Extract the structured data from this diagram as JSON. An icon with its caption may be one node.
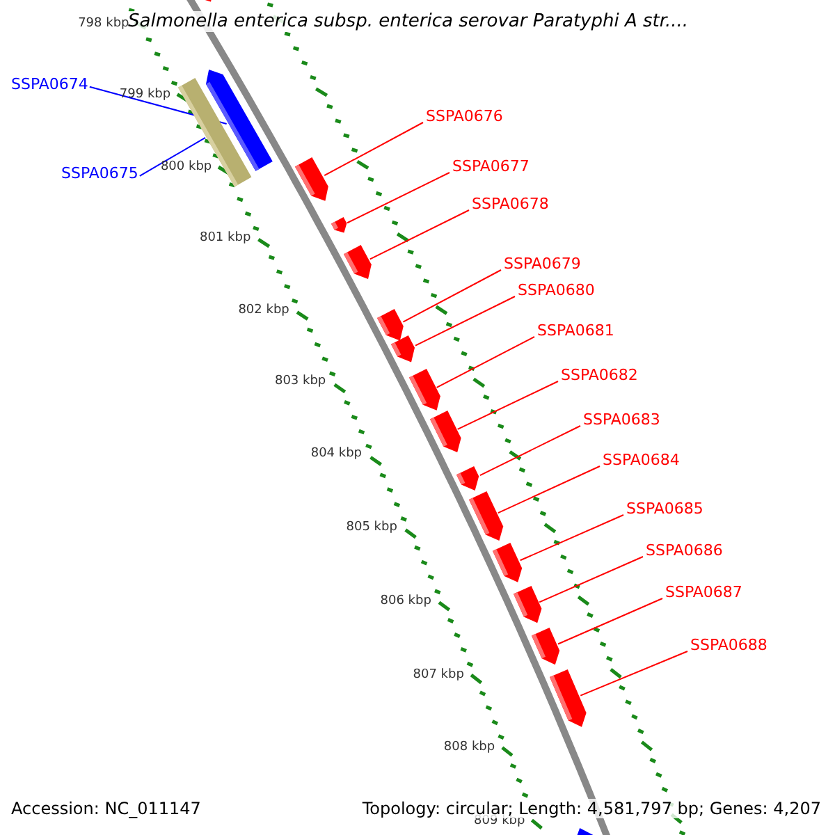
{
  "diagram": {
    "title": "Salmonella enterica subsp. enterica serovar Paratyphi A str....",
    "nodes": [
      {
        "text": [
          "SSPA0674"
        ]
      },
      {
        "text": [
          "SSPA0675"
        ]
      },
      {
        "text": [
          "SSPA0676"
        ]
      },
      {
        "text": [
          "SSPA0677"
        ]
      },
      {
        "text": [
          "SSPA0678"
        ]
      },
      {
        "text": [
          "SSPA0679"
        ]
      },
      {
        "text": [
          "SSPA0680"
        ]
      },
      {
        "text": [
          "SSPA0681"
        ]
      },
      {
        "text": [
          "SSPA0682"
        ]
      },
      {
        "text": [
          "SSPA0683"
        ]
      },
      {
        "text": [
          "SSPA0684"
        ]
      },
      {
        "text": [
          "SSPA0685"
        ]
      },
      {
        "text": [
          "SSPA0686"
        ]
      },
      {
        "text": [
          "SSPA0687"
        ]
      },
      {
        "text": [
          "SSPA0688"
        ]
      },
      {
        "text": [],
        "shape": "bar"
      },
      {
        "text": [],
        "shape": "bar"
      },
      {
        "text": [],
        "shape": "bar"
      },
      {
        "text": [],
        "shape": "bar"
      },
      {
        "text": [],
        "shape": "bar"
      },
      {
        "text": [],
        "shape": "bar"
      },
      {
        "text": [],
        "shape": "bar"
      },
      {
        "text": [],
        "shape": "bar"
      },
      {
        "text": [],
        "shape": "bar"
      },
      {
        "text": [],
        "shape": "bar"
      },
      {
        "text": [],
        "shape": "bar"
      },
      {
        "text": [],
        "shape": "bar"
      },
      {
        "text": [],
        "shape": "bar"
      },
      {
        "text": [],
        "shape": "bar"
      },
      {
        "text": [],
        "shape": "bar"
      },
      {
        "text": [],
        "shape": "bar"
      },
      {
        "text": [],
        "shape": "bar"
      }
    ],
    "edges": [
      {
        "from": 0,
        "to": 15,
        "arrow": "none",
        "color": "#0000ff"
      },
      {
        "from": 1,
        "to": 16,
        "arrow": "none",
        "color": "#0000ff"
      },
      {
        "from": 2,
        "to": 18,
        "arrow": "none"
      },
      {
        "from": 3,
        "to": 19,
        "arrow": "none"
      },
      {
        "from": 4,
        "to": 20,
        "arrow": "none"
      },
      {
        "from": 5,
        "to": 21,
        "arrow": "none"
      },
      {
        "from": 6,
        "to": 22,
        "arrow": "none"
      },
      {
        "from": 7,
        "to": 23,
        "arrow": "none"
      },
      {
        "from": 8,
        "to": 24,
        "arrow": "none"
      },
      {
        "from": 9,
        "to": 25,
        "arrow": "none"
      },
      {
        "from": 10,
        "to": 26,
        "arrow": "none"
      },
      {
        "from": 11,
        "to": 27,
        "arrow": "none"
      },
      {
        "from": 12,
        "to": 28,
        "arrow": "none"
      },
      {
        "from": 13,
        "to": 29,
        "arrow": "none"
      },
      {
        "from": 14,
        "to": 30,
        "arrow": "none"
      }
    ],
    "labels": [
      "798 kbp",
      "799 kbp",
      "800 kbp",
      "801 kbp",
      "802 kbp",
      "803 kbp",
      "804 kbp",
      "805 kbp",
      "806 kbp",
      "807 kbp",
      "808 kbp",
      "809 kbp",
      "Accession: NC_011147",
      "Topology: circular; Length: 4,581,797 bp; Genes: 4,207"
    ]
  }
}
